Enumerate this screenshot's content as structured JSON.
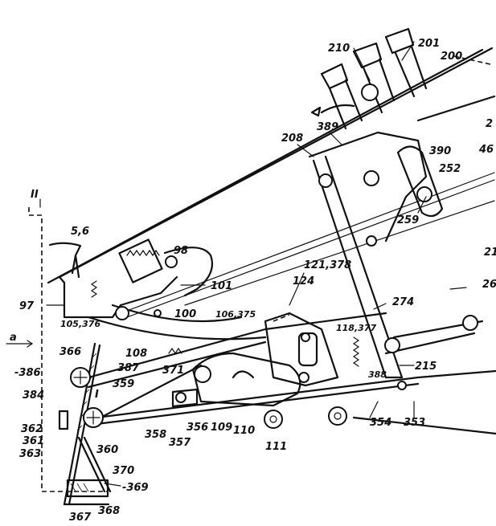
{
  "figure": {
    "callouts": [
      {
        "id": "l_II",
        "text": "II"
      },
      {
        "id": "l_5_6",
        "text": "5,6"
      },
      {
        "id": "l_98",
        "text": "98"
      },
      {
        "id": "l_97",
        "text": "97"
      },
      {
        "id": "l_101",
        "text": "101"
      },
      {
        "id": "l_100",
        "text": "100"
      },
      {
        "id": "l_105_376",
        "text": "105,376"
      },
      {
        "id": "l_106_375",
        "text": "106,375"
      },
      {
        "id": "l_a",
        "text": "a"
      },
      {
        "id": "l_366",
        "text": "366"
      },
      {
        "id": "l_108",
        "text": "108"
      },
      {
        "id": "l_386",
        "text": "-386"
      },
      {
        "id": "l_387",
        "text": "387"
      },
      {
        "id": "l_371",
        "text": "371"
      },
      {
        "id": "l_384",
        "text": "384"
      },
      {
        "id": "l_359",
        "text": "359"
      },
      {
        "id": "l_I",
        "text": "I"
      },
      {
        "id": "l_362",
        "text": "362"
      },
      {
        "id": "l_361",
        "text": "361"
      },
      {
        "id": "l_363",
        "text": "363"
      },
      {
        "id": "l_360",
        "text": "360"
      },
      {
        "id": "l_358",
        "text": "358"
      },
      {
        "id": "l_356",
        "text": "356"
      },
      {
        "id": "l_357",
        "text": "357"
      },
      {
        "id": "l_109",
        "text": "109"
      },
      {
        "id": "l_110",
        "text": "110"
      },
      {
        "id": "l_111",
        "text": "111"
      },
      {
        "id": "l_370",
        "text": "370"
      },
      {
        "id": "l_369",
        "text": "-369"
      },
      {
        "id": "l_367",
        "text": "367"
      },
      {
        "id": "l_368",
        "text": "368"
      },
      {
        "id": "l_210",
        "text": "210"
      },
      {
        "id": "l_201",
        "text": "201"
      },
      {
        "id": "l_200",
        "text": "200"
      },
      {
        "id": "l_2",
        "text": "2"
      },
      {
        "id": "l_389",
        "text": "389"
      },
      {
        "id": "l_208",
        "text": "208"
      },
      {
        "id": "l_390",
        "text": "390"
      },
      {
        "id": "l_46",
        "text": "46"
      },
      {
        "id": "l_252",
        "text": "252"
      },
      {
        "id": "l_259",
        "text": "259"
      },
      {
        "id": "l_21",
        "text": "21"
      },
      {
        "id": "l_121_378",
        "text": "121,378"
      },
      {
        "id": "l_124",
        "text": "124"
      },
      {
        "id": "l_274",
        "text": "274"
      },
      {
        "id": "l_26",
        "text": "26"
      },
      {
        "id": "l_118_377",
        "text": "118,377"
      },
      {
        "id": "l_215",
        "text": "215"
      },
      {
        "id": "l_388",
        "text": "388"
      },
      {
        "id": "l_354",
        "text": "354"
      },
      {
        "id": "l_353",
        "text": "353"
      }
    ]
  }
}
